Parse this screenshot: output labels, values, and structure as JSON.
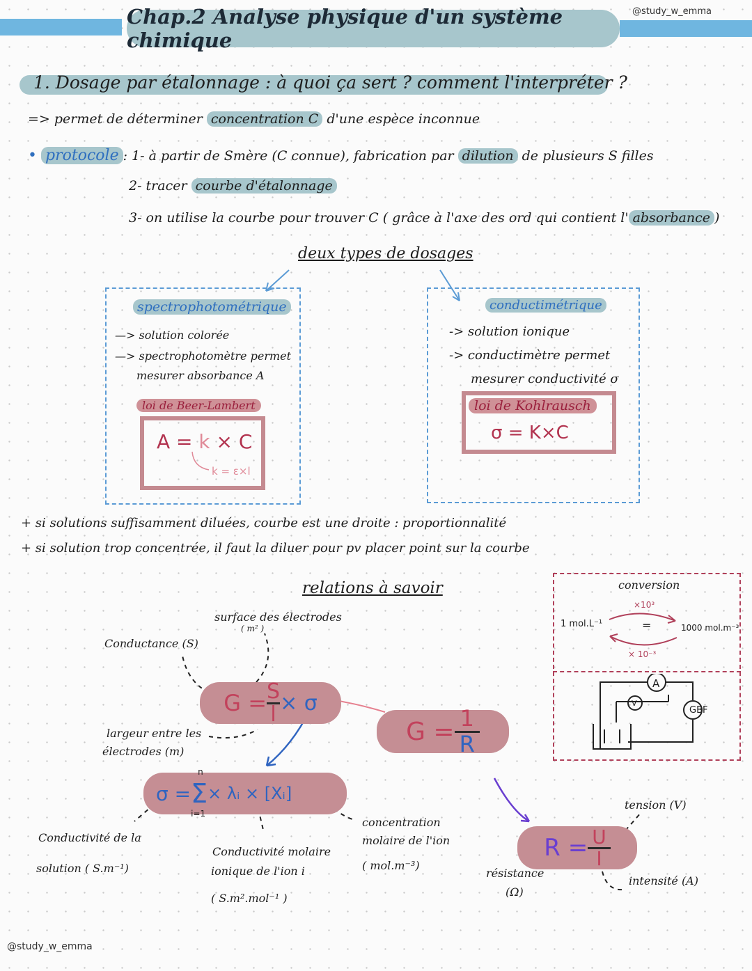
{
  "header": {
    "title": "Chap.2 Analyse physique d'un système chimique",
    "handle_top": "@study_w_emma",
    "handle_bottom": "@study_w_emma"
  },
  "section1": {
    "title": "1.   Dosage par étalonnage : à quoi ça sert ? comment l'interpréter ?",
    "line1_prefix": "=> permet de déterminer ",
    "line1_hl": "concentration C",
    "line1_suffix": " d'une espèce inconnue",
    "protocole_label": "protocole",
    "step1_a": ": 1- à partir de Smère (C connue), fabrication par ",
    "step1_hl": "dilution",
    "step1_b": " de plusieurs S filles",
    "step2_a": "2- tracer ",
    "step2_hl": "courbe d'étalonnage",
    "step3_a": "3- on utilise la courbe pour trouver C ( grâce à l'axe des ord qui contient l'",
    "step3_hl": "absorbance",
    "step3_b": ")"
  },
  "types": {
    "heading": "deux types de dosages",
    "spectro": {
      "title": "spectrophotométrique",
      "l1": "—> solution colorée",
      "l2": "—> spectrophotomètre permet",
      "l3": "mesurer absorbance A",
      "law": "loi de Beer-Lambert",
      "formula_a": "A = ",
      "formula_k": "k",
      "formula_b": " × C",
      "k_def": "k = ε×l"
    },
    "conducti": {
      "title": "conductimétrique",
      "l1": "-> solution ionique",
      "l2": "-> conductimètre permet",
      "l3": "mesurer conductivité σ",
      "law": "loi de Kohlrausch",
      "formula": "σ = K×C"
    }
  },
  "notes": {
    "n1": "+ si solutions suffisamment diluées, courbe est une droite : proportionnalité",
    "n2": "+ si solution trop concentrée, il faut la diluer pour pv placer point sur la courbe"
  },
  "relations": {
    "heading": "relations à savoir",
    "surface": "surface des électrodes",
    "surface_unit": "( m² )",
    "conductance": "Conductance (S)",
    "largeur": "largeur entre les",
    "largeur2": "électrodes (m)",
    "G1_a": "G = ",
    "G1_num": "S",
    "G1_den": "l",
    "G1_b": " × σ",
    "G2_a": "G = ",
    "G2_num": "1",
    "G2_den": "R",
    "sigma_a": "σ = ",
    "sigma_sum": "Σ",
    "sigma_top": "n",
    "sigma_bot": "i=1",
    "sigma_b": " × λᵢ × [Xᵢ]",
    "cond_sol1": "Conductivité de la",
    "cond_sol2": "solution ( S.m⁻¹)",
    "cond_mol1": "Conductivité molaire",
    "cond_mol2": "ionique de l'ion i",
    "cond_mol3": "( S.m².mol⁻¹ )",
    "conc1": "concentration",
    "conc2": "molaire de l'ion",
    "conc3": "( mol.m⁻³)",
    "R_a": "R = ",
    "R_num": "U",
    "R_den": "I",
    "tension": "tension (V)",
    "resistance1": "résistance",
    "resistance2": "(Ω)",
    "intensite": "intensité (A)"
  },
  "conversion": {
    "title": "conversion",
    "left": "1 mol.L⁻¹",
    "eq": "=",
    "right": "1000 mol.m⁻³",
    "up": "×10³",
    "down": "× 10⁻³",
    "ammeter": "A",
    "voltmeter": "V",
    "generator": "GBF"
  },
  "colors": {
    "teal_highlight": "#a7c6cc",
    "blue_band": "#6fb6e0",
    "rose_pill": "#c58e94",
    "blue_ink": "#2f64c0",
    "red_ink": "#c2425c"
  }
}
